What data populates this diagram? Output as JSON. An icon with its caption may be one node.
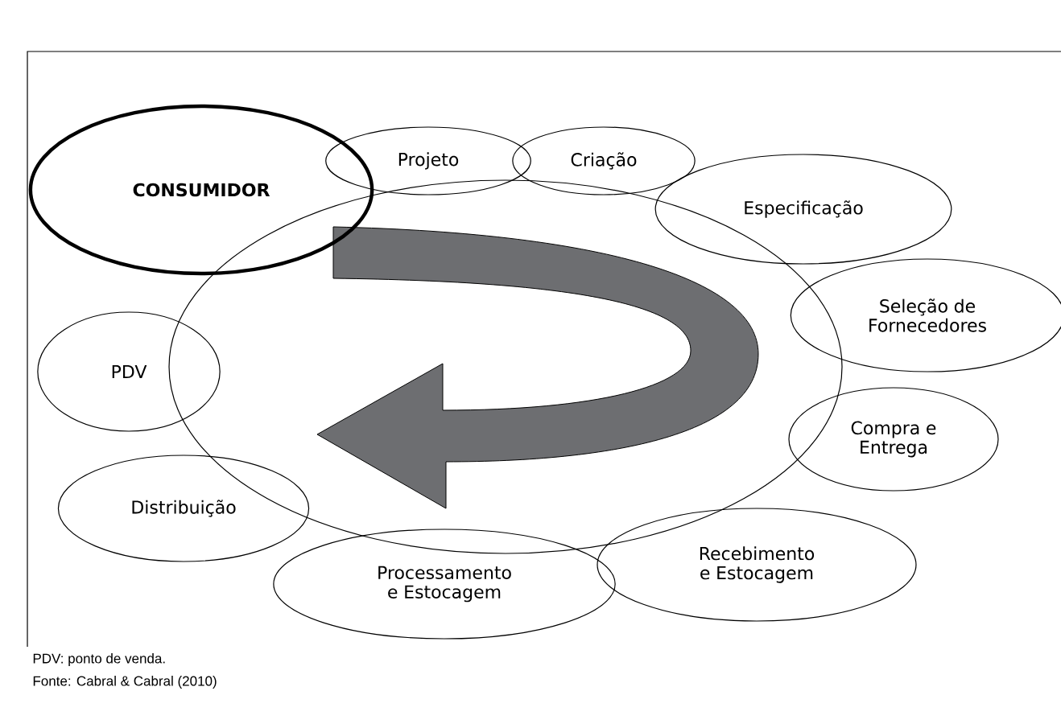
{
  "diagram": {
    "nodes": [
      {
        "text": [
          "CONSUMIDOR"
        ]
      },
      {
        "text": [
          "Projeto"
        ]
      },
      {
        "text": [
          "Criação"
        ]
      },
      {
        "text": [
          "Especificação"
        ]
      },
      {
        "text": [
          "Seleção de Fornecedores"
        ]
      },
      {
        "text": [
          "Compra e Entrega"
        ]
      },
      {
        "text": [
          "Recebimento e Estocagem"
        ]
      },
      {
        "text": [
          "Processamento e Estocagem"
        ]
      },
      {
        "text": [
          "Distribuição"
        ]
      },
      {
        "text": [
          "PDV"
        ]
      },
      {
        "text": [],
        "shape": "ellipse"
      }
    ],
    "labels": [
      "PDV: ponto de venda.",
      "Fonte: Cabral & Cabral (2010)"
    ]
  }
}
